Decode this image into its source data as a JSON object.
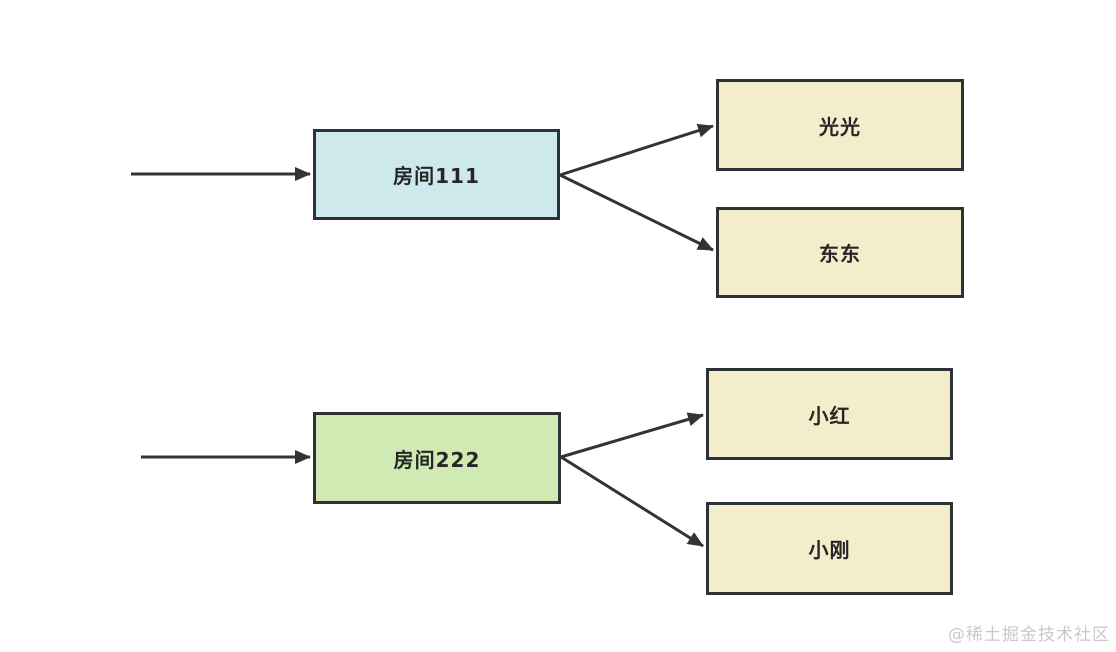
{
  "diagram": {
    "title": "room-membership-diagram",
    "rooms": [
      {
        "id": "room1",
        "label": "房间111",
        "fill": "#cde9ec",
        "members": [
          {
            "label": "光光"
          },
          {
            "label": "东东"
          }
        ]
      },
      {
        "id": "room2",
        "label": "房间222",
        "fill": "#d1eab4",
        "members": [
          {
            "label": "小红"
          },
          {
            "label": "小刚"
          }
        ]
      }
    ],
    "edges": [
      {
        "from": "entry",
        "to": "房间111"
      },
      {
        "from": "房间111",
        "to": "光光"
      },
      {
        "from": "房间111",
        "to": "东东"
      },
      {
        "from": "entry",
        "to": "房间222"
      },
      {
        "from": "房间222",
        "to": "小红"
      },
      {
        "from": "房间222",
        "to": "小刚"
      }
    ],
    "colors": {
      "member_fill": "#f4edcc",
      "border": "#2d3238",
      "arrow": "#333333",
      "text": "#262626"
    }
  },
  "watermark": {
    "text": "@稀土掘金技术社区",
    "color": "#c9c9c9"
  }
}
